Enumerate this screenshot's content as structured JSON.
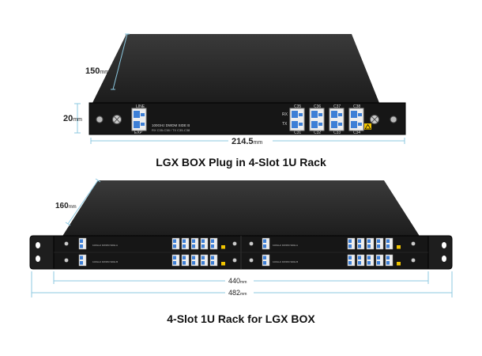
{
  "colors": {
    "panel": "#1a1a1a",
    "top_surface": "#303030",
    "port_blue": "#3d7fd6",
    "dimension": "#8cc8e0",
    "caution": "#f2c500"
  },
  "top_unit": {
    "caption": "LGX BOX Plug in 4-Slot 1U Rack",
    "depth": {
      "value": "150",
      "unit": "mm"
    },
    "height": {
      "value": "20",
      "unit": "mm"
    },
    "width": {
      "value": "214.5",
      "unit": "mm"
    },
    "left_port_labels": {
      "top": "LINE",
      "bottom": "EXP"
    },
    "module_title": "100GHz DWDM SIDE B",
    "module_subtitle": "RX C35-C38 / TX C35-C38",
    "rx_label": "RX",
    "tx_label": "TX",
    "channel_labels_top": [
      "C35",
      "C36",
      "C37",
      "C38"
    ],
    "channel_labels_bottom": [
      "C31",
      "C32",
      "C33",
      "C34"
    ]
  },
  "bottom_unit": {
    "caption": "4-Slot 1U Rack for LGX BOX",
    "depth": {
      "value": "160",
      "unit": "mm"
    },
    "inner_width": {
      "value": "440",
      "unit": "mm"
    },
    "outer_width": {
      "value": "482",
      "unit": "mm"
    },
    "module_labels": [
      "100GHz DWDM SIDE A",
      "100GHz DWDM SIDE B",
      "100GHz DWDM SIDE A",
      "100GHz DWDM SIDE B"
    ]
  }
}
